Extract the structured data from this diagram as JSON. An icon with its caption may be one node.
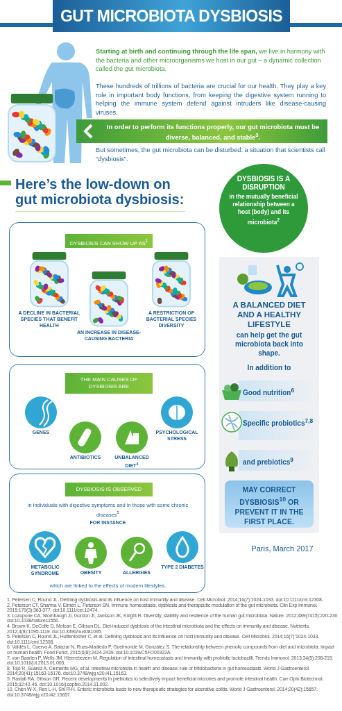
{
  "diagram": {
    "title": "GUT MICROBIOTA DYSBIOSIS",
    "nodes": [
      {
        "text": [
          "In order to perform its functions properly, our gut microbiota must be diverse, balanced, and stable$^{3}$."
        ]
      },
      {
        "text": [],
        "shape": "box"
      },
      {
        "text": [
          "DYSBIOSIS CAN SHOW UP AS$^{1}$"
        ],
        "in": 1
      },
      {
        "text": [],
        "shape": "picture",
        "in": 1,
        "beside": [
          "A DECLINE IN BACTERIAL SPECIES THAT BENEFIT HEALTH"
        ]
      },
      {
        "text": [],
        "shape": "picture",
        "in": 1,
        "beside": [
          "AN INCREASE IN DISEASE-CAUSING BACTERIA"
        ]
      },
      {
        "text": [],
        "shape": "picture",
        "in": 1,
        "beside": [
          "A RESTRICTION OF BACTERIAL SPECIES DIVERSITY"
        ]
      },
      {
        "text": [
          "DYSBIOSIS IS A DISRUPTION",
          "in the mutually beneficial relationship between a host (body) and its microbiota$^{2}$"
        ]
      },
      {
        "text": [
          "A BALANCED DIET AND A HEALTHY LIFESTYLE",
          "can help get the gut microbiota back into shape.",
          "In addition to"
        ]
      },
      {
        "text": [
          "Good nutrition$^{6}$"
        ],
        "in": 7
      },
      {
        "text": [
          "Specific probiotics$^{7,8}$"
        ],
        "in": 7
      },
      {
        "text": [
          "and prebiotics$^{9}$"
        ],
        "in": 7
      },
      {
        "text": [
          "MAY CORRECT DYSBIOSIS$^{10}$ OR PREVENT IT IN THE FIRST PLACE."
        ],
        "in": 7
      },
      {
        "text": [],
        "shape": "box"
      },
      {
        "text": [
          "THE MAIN CAUSES OF DYSBIOSIS ARE"
        ],
        "in": 12
      },
      {
        "text": [],
        "shape": "circle",
        "in": 12,
        "beside": [
          "GENES"
        ]
      },
      {
        "text": [],
        "shape": "circle",
        "in": 12,
        "beside": [
          "ANTIBIOTICS"
        ]
      },
      {
        "text": [],
        "shape": "circle",
        "in": 12,
        "beside": [
          "UNBALANCED DIET$^{4}$"
        ]
      },
      {
        "text": [],
        "shape": "circle",
        "in": 12,
        "beside": [
          "PSYCHOLOGICAL STRESS"
        ]
      },
      {
        "text": [
          "in individuals with digestive symptoms and in those with some chronic diseases$^{5}$",
          "FOR INSTANCE",
          "which are linked to the effects of modern lifestyles."
        ]
      },
      {
        "text": [
          "DYSBIOSIS IS OBSERVED"
        ],
        "in": 18
      },
      {
        "text": [],
        "shape": "circle",
        "in": 18,
        "beside": [
          "METABOLIC SYNDROME"
        ]
      },
      {
        "text": [],
        "shape": "circle",
        "in": 18,
        "beside": [
          "OBESITY"
        ]
      },
      {
        "text": [],
        "shape": "circle",
        "in": 18,
        "beside": [
          "ALLERGIES"
        ]
      },
      {
        "text": [],
        "shape": "circle",
        "in": 18,
        "beside": [
          "TYPE 2 DIABETES"
        ]
      }
    ],
    "labels": [
      "**Starting at birth and continuing through the life span,** we live in harmony with the bacteria and other microorganisms we host in our gut – a dynamic collection called the gut microbiota.",
      "These hundreds of trillions of bacteria are crucial for our health. They play a key role in important body functions, from keeping the digestive system running to helping the immune system defend against intruders like disease-causing viruses.",
      "But sometimes, the gut microbiota can be disturbed: a situation that scientists call “dysbiosis”.",
      "Here’s the low-down on gut microbiota dysbiosis:",
      "Paris, March 2017",
      "1. Petersen C, Round JL. Defining dysbiosis and its influence on host immunity and disease. Cell Microbiol. 2014;16(7):1024-1033. doi:10.1111/cmi.12308.",
      "2. Peterson CT, Sharma V, Elmén L, Peterson SN. Immune homeostasis, dysbiosis and therapeutic modulation of the gut microbiota. Clin Exp Immunol. 2015;179(3):363-377. doi:10.1111/cei.12474.",
      "3. Lozupone CA, Stombaugh JI, Gordon JI, Jansson JK, Knight R. Diversity, stability and resilience of the human gut microbiota. Nature. 2012;489(7415):220-230. doi:10.1038/nature11550.",
      "4. Brown K, DeCoffe D, Molcan E, Gibson DL. Diet-induced dysbiosis of the intestinal microbiota and the effects on immunity and disease. Nutrients. 2012;4(8):1095-1119. doi:10.3390/nu4081095.",
      "5. Petersen C, Round JL, Huttenlocher C, et al. Defining dysbiosis and its influence on host immunity and disease. Cell Microbiol. 2014;16(7):1024-1033. doi:10.1111/cmi.12308.",
      "6. Valdés L, Cuervo A, Salazar N, Ruas-Madiedo P, Gueimonde M, González S. The relationship between phenolic compounds from diet and microbiota: impact on human health. Food Funct. 2015;6(8):2424-2439. doi:10.1039/C5FO00322A.",
      "7. van Baarlen P, Wells JM, Kleerebezem M. Regulation of intestinal homeostasis and immunity with probiotic lactobacilli. Trends Immunol. 2013;34(5):208-215. doi:10.1016/j.it.2013.01.005.",
      "8. Tojo R, Suárez A, Clemente MG, et al. Intestinal microbiota in health and disease: role of bifidobacteria in gut homeostasis. World J Gastroenterol. 2014;20(41):15163-15176. doi:10.3748/wjg.v20.i41.15163.",
      "9. Rastall RA, Gibson GR. Recent developments in prebiotics to selectively impact beneficial microbes and promote intestinal health. Curr Opin Biotechnol. 2015;32:42-46. doi:10.1016/j.copbio.2014.11.002.",
      "10. Chen W-X, Ren L-H, Shi R-H. Enteric microbiota leads to new therapeutic strategies for ulcerative colitis. World J Gastroenterol. 2014;20(42):15657. doi:10.3748/wjg.v20.i42.15657."
    ]
  }
}
